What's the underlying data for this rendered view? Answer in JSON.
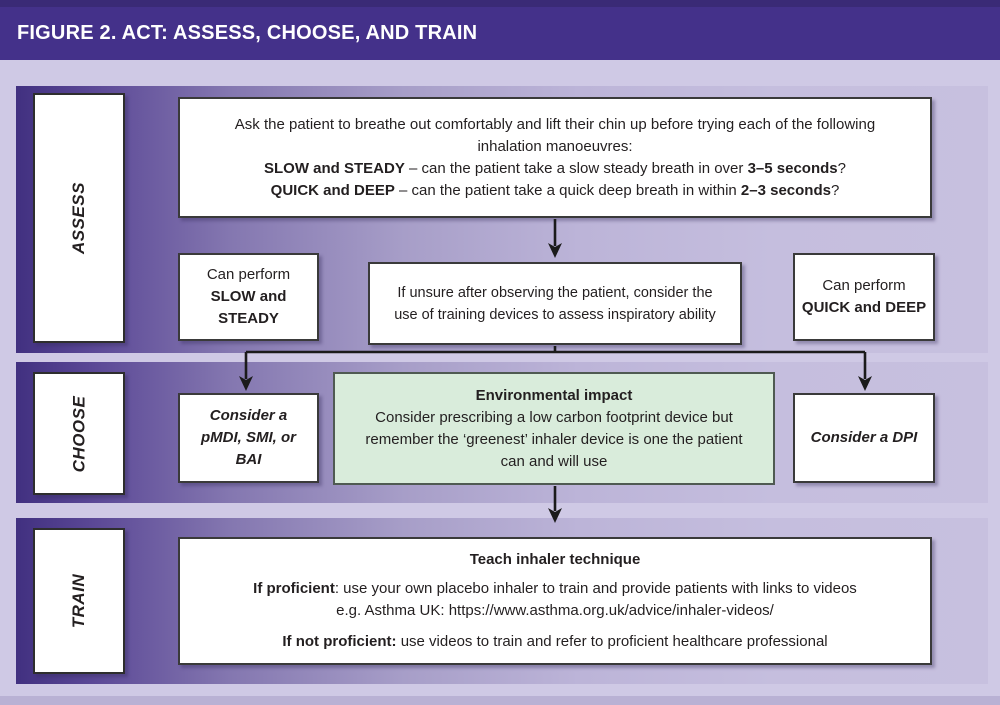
{
  "figure": {
    "title": "FIGURE 2. ACT: ASSESS, CHOOSE, AND TRAIN"
  },
  "colors": {
    "header_purple": "#44318a",
    "band_gradient_dark": "#413080",
    "band_gradient_light": "#c7c0df",
    "green_box_bg": "#d9ecdb",
    "green_box_border": "#4f5a52",
    "text": "#231f20"
  },
  "bands": [
    {
      "label": "ASSESS"
    },
    {
      "label": "CHOOSE"
    },
    {
      "label": "TRAIN"
    }
  ],
  "assess": {
    "main": {
      "line1": "Ask the patient to breathe out comfortably and lift their chin up before trying each of the following",
      "line2": "inhalation manoeuvres:",
      "slow_bold": "SLOW and STEADY",
      "slow_text": " – can the patient take a slow steady breath in over ",
      "slow_bold2": "3–5 seconds",
      "slow_end": "?",
      "quick_bold": "QUICK and DEEP",
      "quick_text": " – can the patient take a quick deep breath in within ",
      "quick_bold2": "2–3 seconds",
      "quick_end": "?"
    },
    "left": {
      "prefix": "Can perform",
      "bold": "SLOW and STEADY"
    },
    "middle": {
      "line1": "If unsure after observing the patient, consider the",
      "line2": "use of training devices to assess inspiratory ability"
    },
    "right": {
      "prefix": "Can perform",
      "bold": "QUICK and DEEP"
    }
  },
  "choose": {
    "left": {
      "text": "Consider a pMDI, SMI, or BAI"
    },
    "green": {
      "title": "Environmental impact",
      "line1": "Consider prescribing a low carbon footprint device but",
      "line2": "remember the ‘greenest’ inhaler device is one the patient",
      "line3": "can and will use"
    },
    "right": {
      "text": "Consider a DPI"
    }
  },
  "train": {
    "title": "Teach inhaler technique",
    "p1_bold": "If proficient",
    "p1_rest": ": use your own placebo inhaler to train and provide patients with links to videos",
    "p1_line2": "e.g. Asthma UK: https://www.asthma.org.uk/advice/inhaler-videos/",
    "p2_bold": "If not proficient:",
    "p2_rest": " use videos to train and refer to proficient healthcare professional"
  }
}
